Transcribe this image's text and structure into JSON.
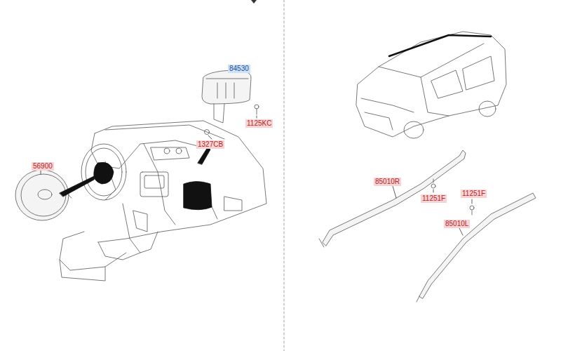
{
  "diagram": {
    "labels": [
      "84530",
      "1125KC",
      "1327CB",
      "56900",
      "85010R",
      "11251F",
      "11251F",
      "85010L"
    ]
  }
}
